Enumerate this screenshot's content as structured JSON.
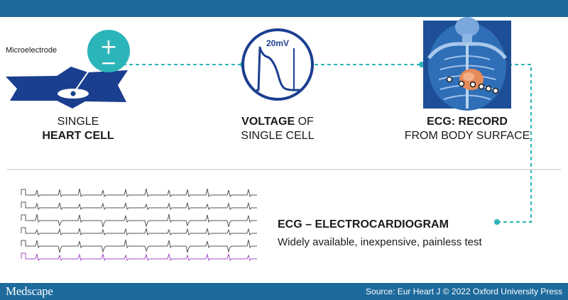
{
  "microelectrode_label": "Microelectrode",
  "symbols": {
    "plus": "+",
    "minus": "−"
  },
  "voltage_unit": "20mV",
  "panels": {
    "cell": {
      "line1": "SINGLE",
      "line2_bold": "HEART CELL"
    },
    "voltage": {
      "line1_bold": "VOLTAGE",
      "line1_rest": " OF",
      "line2": "SINGLE CELL"
    },
    "ecg": {
      "line1_bold": "ECG: RECORD",
      "line2": "FROM BODY SURFACE"
    }
  },
  "ecg_info": {
    "title": "ECG – ELECTROCARDIOGRAM",
    "description": "Widely available, inexpensive, painless test"
  },
  "footer": {
    "brand": "Medscape",
    "source": "Source: Eur Heart J © 2022 Oxford University Press"
  },
  "colors": {
    "brand_bar": "#1d6a9c",
    "teal": "#2bb5b8",
    "navy": "#1b3f8f",
    "trace": "#555555",
    "trace_accent": "#a34cc9"
  },
  "ecg_strip": {
    "leads": 6
  }
}
